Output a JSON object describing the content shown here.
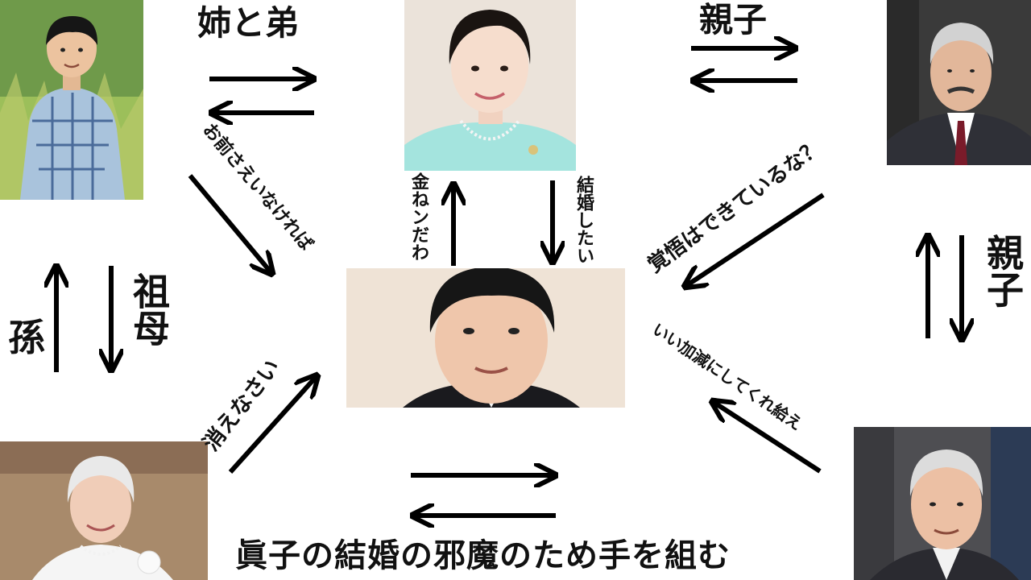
{
  "relations": {
    "siblings": "姉と弟",
    "parent_child_top": "親子",
    "parent_child_right": "親子",
    "grandchild": "孫",
    "grandmother": "祖母"
  },
  "quotes": {
    "boy_to_center": "お前さえいなければ",
    "to_princess": "金ねンだわ",
    "princess_to_center": "結婚したい",
    "father_to_center": "覚悟はできているな？",
    "grandmother_to_center": "消えなさい",
    "grandfather_to_center": "いい加減にしてくれ給え"
  },
  "caption": "眞子の結婚の邪魔のため手を組む",
  "colors": {
    "text": "#111111",
    "arrow": "#000000",
    "background": "#ffffff"
  }
}
